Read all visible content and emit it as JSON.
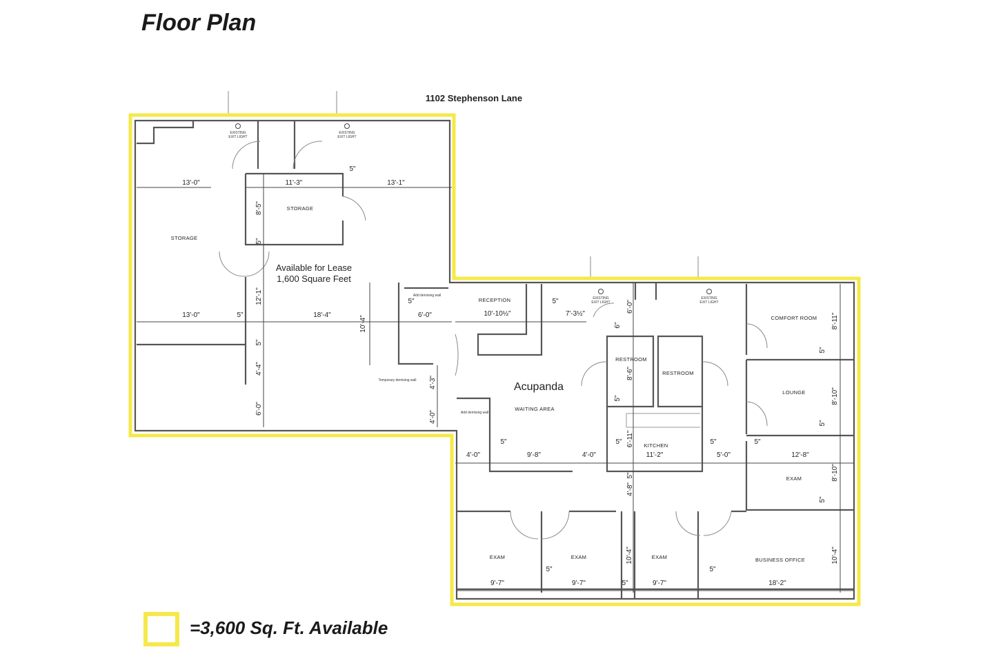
{
  "title": "Floor Plan",
  "address": "1102 Stephenson Lane",
  "highlight_color": "#f5e94a",
  "legend": "=3,600 Sq. Ft. Available",
  "lease_note": [
    "Available for Lease",
    "1,600 Square Feet"
  ],
  "tenant": "Acupanda",
  "exit_light": [
    "EXISTING",
    "EXIT LIGHT"
  ],
  "rooms": [
    "STORAGE",
    "STORAGE",
    "RECEPTION",
    "WAITING AREA",
    "RESTROOM",
    "RESTROOM",
    "KITCHEN",
    "COMFORT ROOM",
    "LOUNGE",
    "EXAM",
    "EXAM",
    "EXAM",
    "EXAM",
    "BUSINESS OFFICE"
  ],
  "notes": [
    "Add demising wall",
    "Temporary demising wall",
    "Add demising wall"
  ],
  "dims_h": [
    "13'-0\"",
    "11'-3\"",
    "13'-1\"",
    "5\"",
    "13'-0\"",
    "5\"",
    "18'-4\"",
    "6'-0\"",
    "5\"",
    "10'-10½\"",
    "5\"",
    "7'-3½\"",
    "4'-0\"",
    "9'-8\"",
    "4'-0\"",
    "5\"",
    "5\"",
    "11'-2\"",
    "5\"",
    "5'-0\"",
    "5\"",
    "12'-8\"",
    "9'-7\"",
    "5\"",
    "9'-7\"",
    "5\"",
    "9'-7\"",
    "5\"",
    "18'-2\""
  ],
  "dims_v": [
    "8'-5\"",
    "5\"",
    "12'-1\"",
    "5\"",
    "4'-4\"",
    "6'-0\"",
    "10'-4\"",
    "4'-3\"",
    "4'-0\"",
    "6'-0\"",
    "6\"",
    "8'-6\"",
    "5\"",
    "6'-11\"",
    "5\"",
    "4'-8\"",
    "8'-11\"",
    "5\"",
    "8'-10\"",
    "5\"",
    "8'-10\"",
    "5\"",
    "10'-4\"",
    "10'-4\""
  ]
}
